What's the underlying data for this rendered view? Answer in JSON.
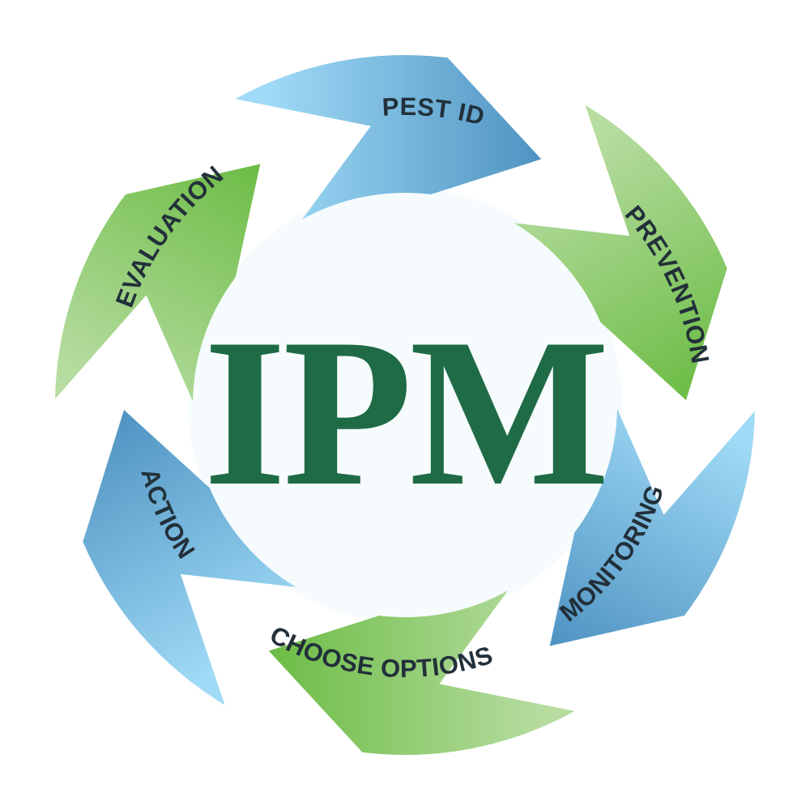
{
  "diagram": {
    "center_title": "IPM",
    "colors": {
      "center_text": "#1f6b45",
      "center_fill": "#f6fbfd",
      "green_light": "#b6dca0",
      "green_dark": "#6cbc45",
      "blue_light": "#9fdaf6",
      "blue_dark": "#4f93c2"
    },
    "steps": [
      {
        "label": "PEST ID",
        "tone": "blue"
      },
      {
        "label": "PREVENTION",
        "tone": "green"
      },
      {
        "label": "MONITORING",
        "tone": "blue"
      },
      {
        "label": "CHOOSE OPTIONS",
        "tone": "green"
      },
      {
        "label": "ACTION",
        "tone": "blue"
      },
      {
        "label": "EVALUATION",
        "tone": "green"
      }
    ]
  }
}
